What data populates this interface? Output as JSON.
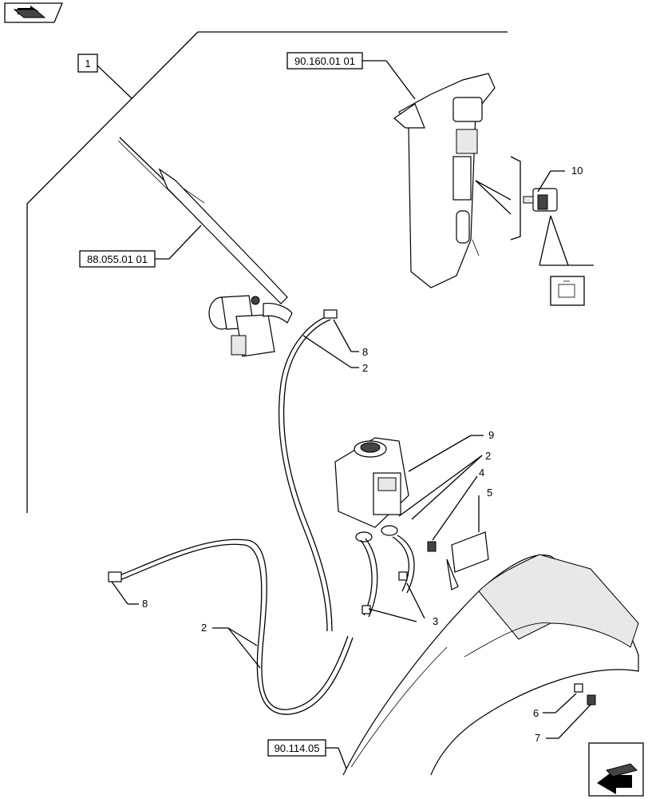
{
  "nav": {
    "top_icon": "book-arrow-icon",
    "bottom_icon": "next-page-arrow-icon"
  },
  "refs": {
    "cab_ref": "90.160.01 01",
    "wiper_ref": "88.055.01 01",
    "fender_ref": "90.114.05"
  },
  "callouts": {
    "c1": "1",
    "c2a": "2",
    "c2b": "2",
    "c2c": "2",
    "c3": "3",
    "c4": "4",
    "c5": "5",
    "c6": "6",
    "c7": "7",
    "c8a": "8",
    "c8b": "8",
    "c9": "9",
    "c10": "10"
  }
}
